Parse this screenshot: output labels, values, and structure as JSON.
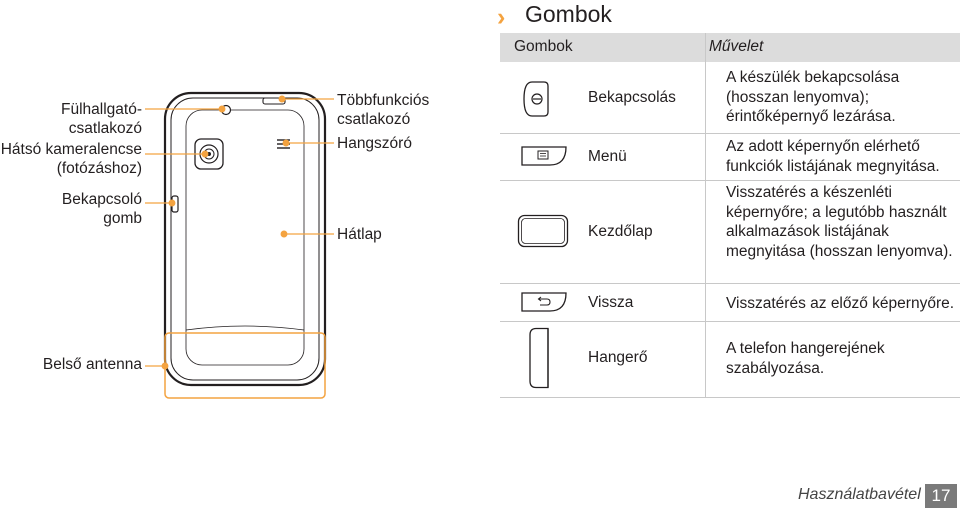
{
  "diagram": {
    "labels": {
      "headphone_jack": "Fülhallgató-\ncsatlakozó",
      "rear_camera": "Hátsó kameralencse\n(fotózáshoz)",
      "power_button": "Bekapcsoló\ngomb",
      "multifunction_jack": "Többfunkciós\ncsatlakozó",
      "speaker": "Hangszóró",
      "back_cover": "Hátlap",
      "internal_antenna": "Belső antenna"
    },
    "colors": {
      "callout": "#f4a340",
      "phone_outline": "#231f20"
    }
  },
  "section": {
    "title": "Gombok",
    "accent_color": "#f4a340"
  },
  "table": {
    "headers": [
      "Gombok",
      "Művelet"
    ],
    "rows": [
      {
        "icon": "power-key-icon",
        "name": "Bekapcsolás",
        "action": "A készülék bekapcsolása (hosszan lenyomva); érintőképernyő lezárása."
      },
      {
        "icon": "menu-key-icon",
        "name": "Menü",
        "action": "Az adott képernyőn elérhető funkciók listájának megnyitása."
      },
      {
        "icon": "home-key-icon",
        "name": "Kezdőlap",
        "action": "Visszatérés a készenléti képernyőre; a legutóbb használt alkalmazások listájának megnyitása (hosszan lenyomva)."
      },
      {
        "icon": "back-key-icon",
        "name": "Vissza",
        "action": "Visszatérés az előző képernyőre."
      },
      {
        "icon": "volume-key-icon",
        "name": "Hangerő",
        "action": "A telefon hangerejének szabályozása."
      }
    ]
  },
  "footer": {
    "section_name": "Használatbavétel",
    "page_number": "17"
  }
}
